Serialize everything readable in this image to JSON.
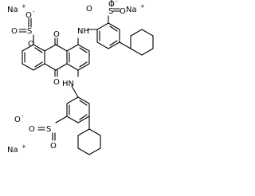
{
  "counterions": {
    "na1": "Na",
    "na2": "Na",
    "na3": "Na",
    "charge": "+"
  },
  "atoms": {
    "o_carbonyl_top": "O",
    "o_carbonyl_bottom": "O",
    "nh_top": "NH",
    "hn_bottom": "HN",
    "s_top": "S",
    "s_right": "S",
    "s_bottom": "S",
    "o": "O",
    "o_minus": "O",
    "minus": "-"
  }
}
